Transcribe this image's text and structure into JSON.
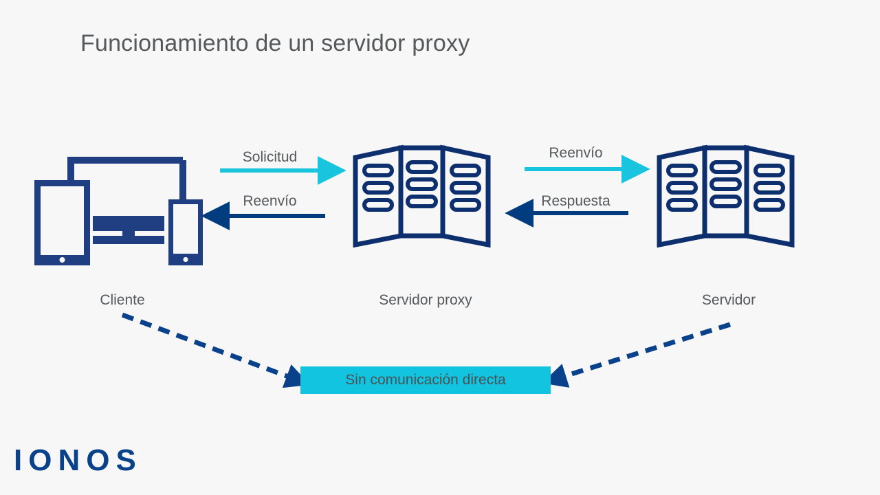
{
  "slide": {
    "title": "Funcionamiento de un servidor proxy",
    "background_color": "#f7f7f7",
    "title_color": "#55595c",
    "brand": "IONOS"
  },
  "palette": {
    "navy": "#163a7d",
    "navy_arrow": "#003c7e",
    "cyan": "#19c4de",
    "cyan_box": "#12c4df",
    "text_gray": "#55595c",
    "box_text": "#4a5256",
    "logo_blue": "#09428b",
    "background": "#f7f7f7"
  },
  "nodes": [
    {
      "id": "client",
      "caption": "Cliente",
      "icon": "devices-icon"
    },
    {
      "id": "proxy",
      "caption": "Servidor proxy",
      "icon": "server-rack-icon"
    },
    {
      "id": "server",
      "caption": "Servidor",
      "icon": "server-rack-icon"
    }
  ],
  "flows": [
    {
      "id": "request",
      "label": "Solicitud",
      "direction": "right",
      "color": "#19c4de",
      "from": "client",
      "to": "proxy"
    },
    {
      "id": "forward-l",
      "label": "Reenvío",
      "direction": "left",
      "color": "#003c7e",
      "from": "proxy",
      "to": "client"
    },
    {
      "id": "forward-r",
      "label": "Reenvío",
      "direction": "right",
      "color": "#19c4de",
      "from": "proxy",
      "to": "server"
    },
    {
      "id": "response",
      "label": "Respuesta",
      "direction": "left",
      "color": "#003c7e",
      "from": "server",
      "to": "proxy"
    }
  ],
  "no_direct": {
    "label": "Sin comunicación directa",
    "box_color": "#12c4df",
    "connectors": [
      {
        "id": "client-to-box",
        "style": "dashed",
        "color": "#09428b"
      },
      {
        "id": "server-to-box",
        "style": "dashed",
        "color": "#09428b"
      }
    ]
  }
}
